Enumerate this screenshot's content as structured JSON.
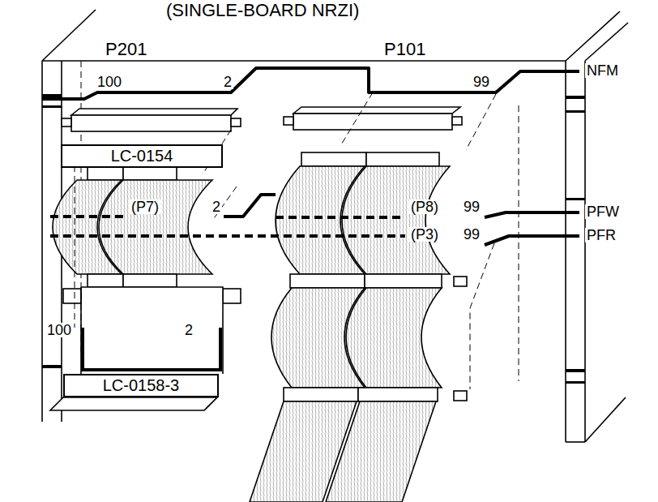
{
  "diagram": {
    "title": "(SINGLE-BOARD NRZI)",
    "nodes": [
      {
        "text": [
          "LC-0154"
        ]
      },
      {
        "text": [
          "LC-0158-3"
        ]
      }
    ],
    "labels": [
      "P201",
      "P101",
      "100",
      "2",
      "99",
      "NFM",
      "(P7)",
      "2",
      "(P8)",
      "99",
      "PFW",
      "(P3)",
      "99",
      "PFR",
      "100",
      "2"
    ]
  }
}
